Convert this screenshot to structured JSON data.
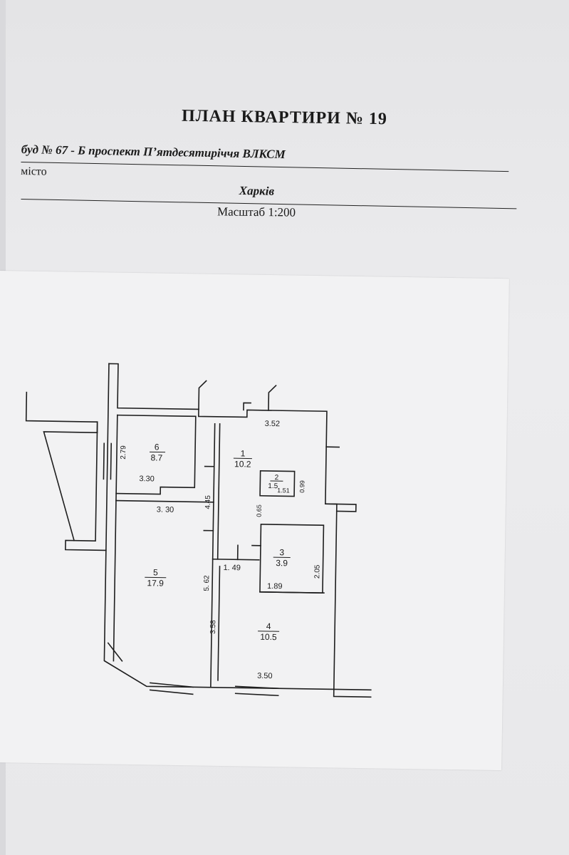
{
  "document": {
    "title": "ПЛАН КВАРТИРИ №  19",
    "address": "буд № 67 - Б     проспект П’ятдесятиріччя ВЛКСМ",
    "city_label": "місто",
    "city": "Харків",
    "scale": "Масштаб 1:200"
  },
  "rooms": [
    {
      "number": "1",
      "area": "10.2"
    },
    {
      "number": "2",
      "area": "1.5"
    },
    {
      "number": "3",
      "area": "3.9"
    },
    {
      "number": "4",
      "area": "10.5"
    },
    {
      "number": "5",
      "area": "17.9"
    },
    {
      "number": "6",
      "area": "8.7"
    }
  ],
  "dimensions": {
    "r1_top": "3.52",
    "r1_height": "4.45",
    "r2_width": "1.51",
    "r2_height": "0.99",
    "r2_door": "0.65",
    "r3_height": "2.05",
    "r3_width": "1.89",
    "r4_width": "3.50",
    "r4_height": "3.58",
    "corridor": "1. 49",
    "r5_width": "3. 30",
    "r5_height": "5. 62",
    "r6_width": "3.30",
    "r6_height": "2.79"
  }
}
